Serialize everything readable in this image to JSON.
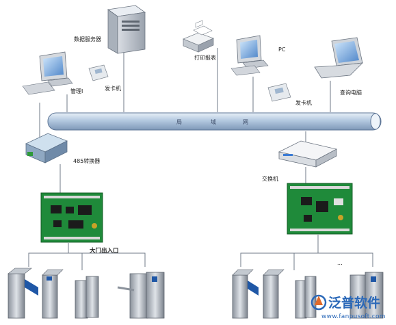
{
  "nodes": {
    "db_server": "数据服务器",
    "printer": "打印报表",
    "pc": "PC",
    "card_issuer_left": "发卡机",
    "card_issuer_right": "发卡机",
    "admin": "管理I",
    "query_pc": "查询电脑",
    "converter": "485转换器",
    "switch": "交换机",
    "gate": "大门出入口",
    "ellipsis": "..."
  },
  "bus": {
    "segments": [
      "局",
      "域",
      "网"
    ]
  },
  "watermark": {
    "brand": "泛普软件",
    "url": "www.fanpusoft.com"
  },
  "colors": {
    "bus_fill": "#a8c0da",
    "board_green": "#1f8a3a",
    "watermark": "#2a68b8"
  }
}
